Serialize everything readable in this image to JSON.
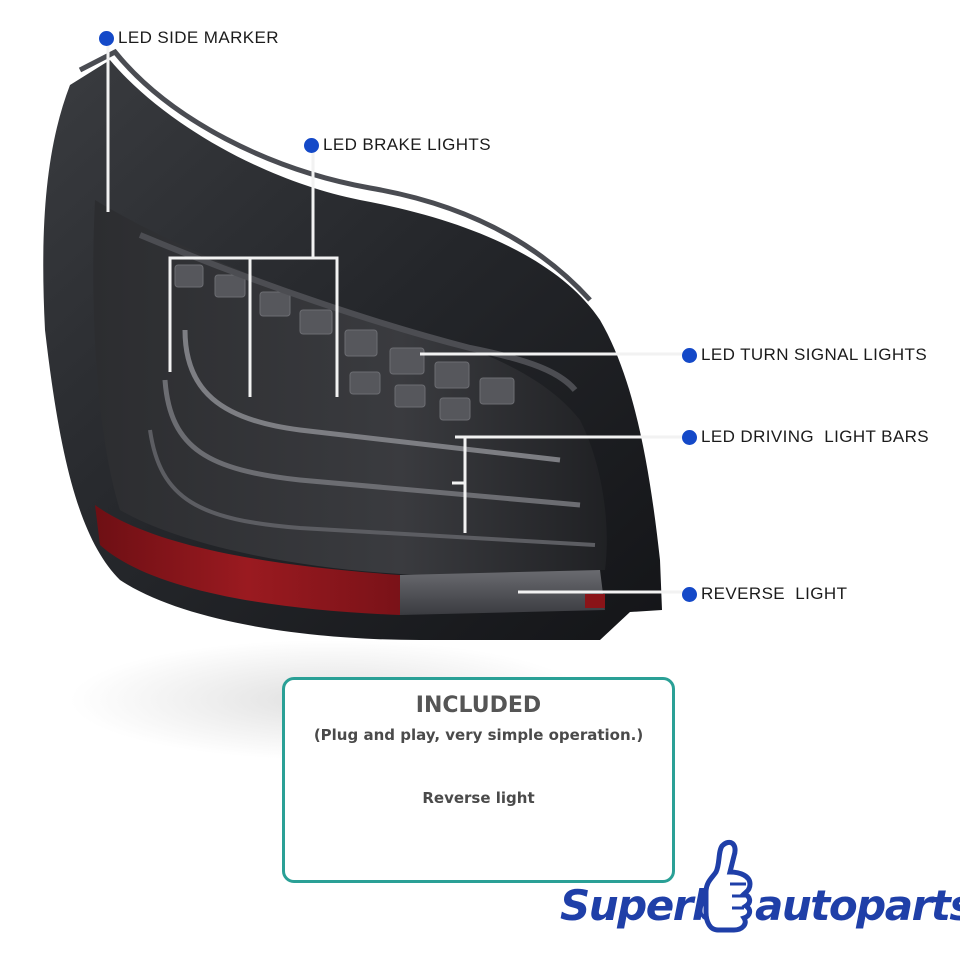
{
  "callouts": {
    "side_marker": "LED SIDE MARKER",
    "brake": "LED BRAKE LIGHTS",
    "turn": "LED TURN SIGNAL LIGHTS",
    "driving": "LED DRIVING  LIGHT BARS",
    "reverse": "REVERSE  LIGHT"
  },
  "included": {
    "title": "INCLUDED",
    "subtitle": "(Plug and play, very simple operation.)",
    "item": "Reverse light"
  },
  "logo": {
    "word1": "Superb",
    "word2": "autoparts"
  },
  "colors": {
    "dot": "#1449c8",
    "box_border": "#2aa096",
    "logo": "#1f3fa8"
  }
}
